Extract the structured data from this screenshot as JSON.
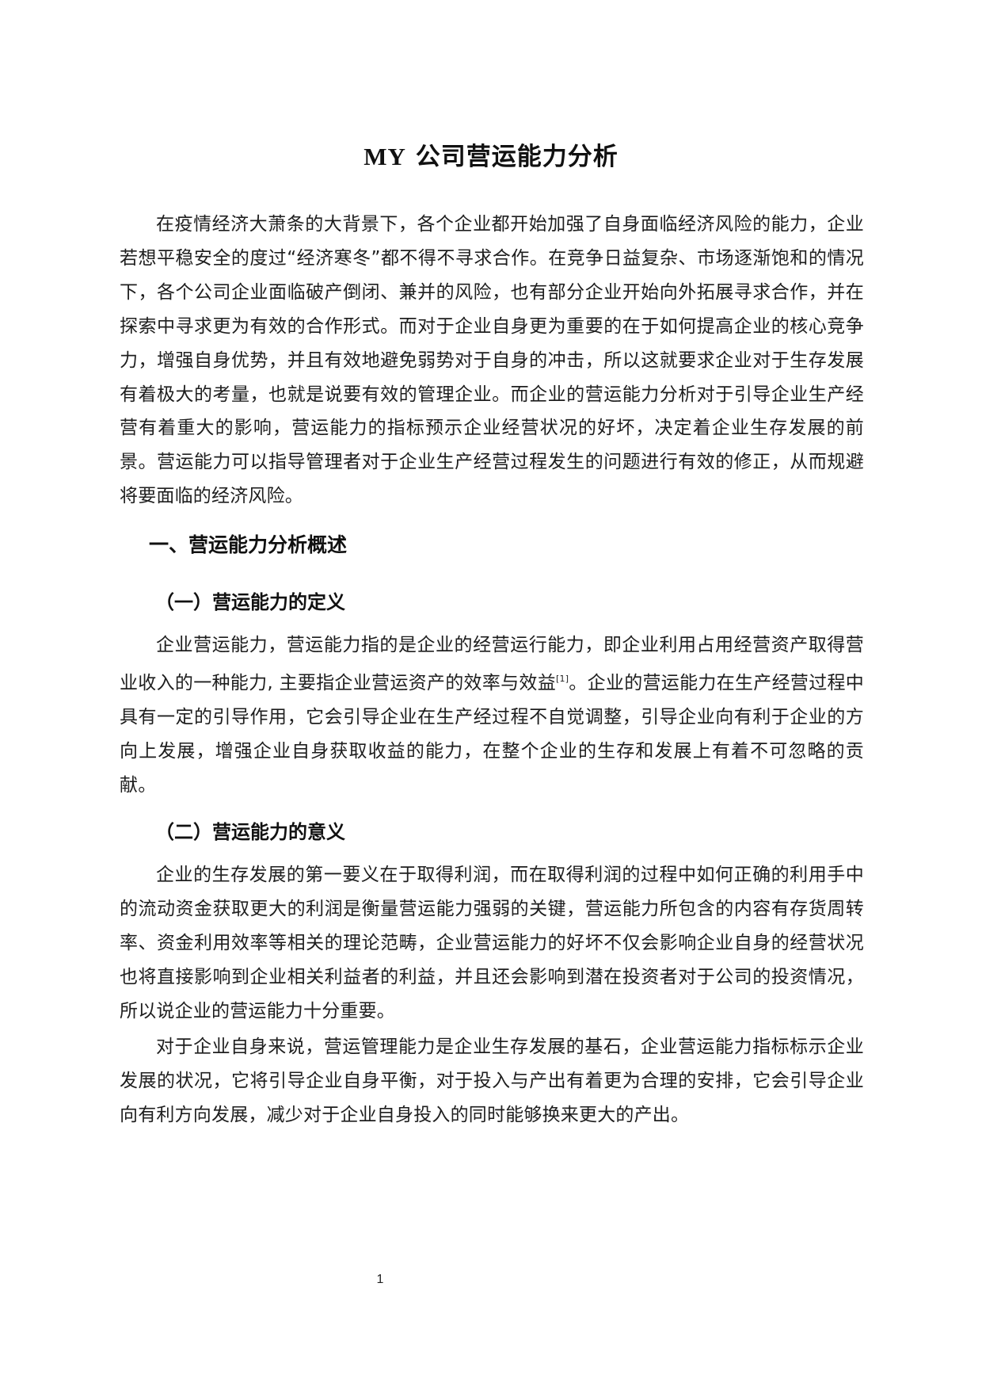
{
  "document": {
    "title_latin": "MY",
    "title_cjk": "公司营运能力分析",
    "intro": {
      "text": "在疫情经济大萧条的大背景下，各个企业都开始加强了自身面临经济风险的能力，企业若想平稳安全的度过“经济寒冬”都不得不寻求合作。在竞争日益复杂、市场逐渐饱和的情况下，各个公司企业面临破产倒闭、兼并的风险，也有部分企业开始向外拓展寻求合作，并在探索中寻求更为有效的合作形式。而对于企业自身更为重要的在于如何提高企业的核心竞争力，增强自身优势，并且有效地避免弱势对于自身的冲击，所以这就要求企业对于生存发展有着极大的考量，也就是说要有效的管理企业。而企业的营运能力分析对于引导企业生产经营有着重大的影响，营运能力的指标预示企业经营状况的好坏，决定着企业生存发展的前景。营运能力可以指导管理者对于企业生产经营过程发生的问题进行有效的修正，从而规避将要面临的经济风险。"
    },
    "section1": {
      "heading": "一、营运能力分析概述",
      "sub1": {
        "heading": "（一）营运能力的定义",
        "text_before_ref": "企业营运能力，营运能力指的是企业的经营运行能力，即企业利用占用经营资产取得营业收入的一种能力, 主要指企业营运资产的效率与效益",
        "ref": "[1]",
        "text_after_ref": "。企业的营运能力在生产经营过程中具有一定的引导作用，它会引导企业在生产经过程不自觉调整，引导企业向有利于企业的方向上发展，增强企业自身获取收益的能力，在整个企业的生存和发展上有着不可忽略的贡献。"
      },
      "sub2": {
        "heading": "（二）营运能力的意义",
        "para1": "企业的生存发展的第一要义在于取得利润，而在取得利润的过程中如何正确的利用手中的流动资金获取更大的利润是衡量营运能力强弱的关键，营运能力所包含的内容有存货周转率、资金利用效率等相关的理论范畴，企业营运能力的好坏不仅会影响企业自身的经营状况也将直接影响到企业相关利益者的利益，并且还会影响到潜在投资者对于公司的投资情况，所以说企业的营运能力十分重要。",
        "para2": "对于企业自身来说，营运管理能力是企业生存发展的基石，企业营运能力指标标示企业发展的状况，它将引导企业自身平衡，对于投入与产出有着更为合理的安排，它会引导企业向有利方向发展，减少对于企业自身投入的同时能够换来更大的产出。"
      }
    },
    "page_number": "1"
  }
}
